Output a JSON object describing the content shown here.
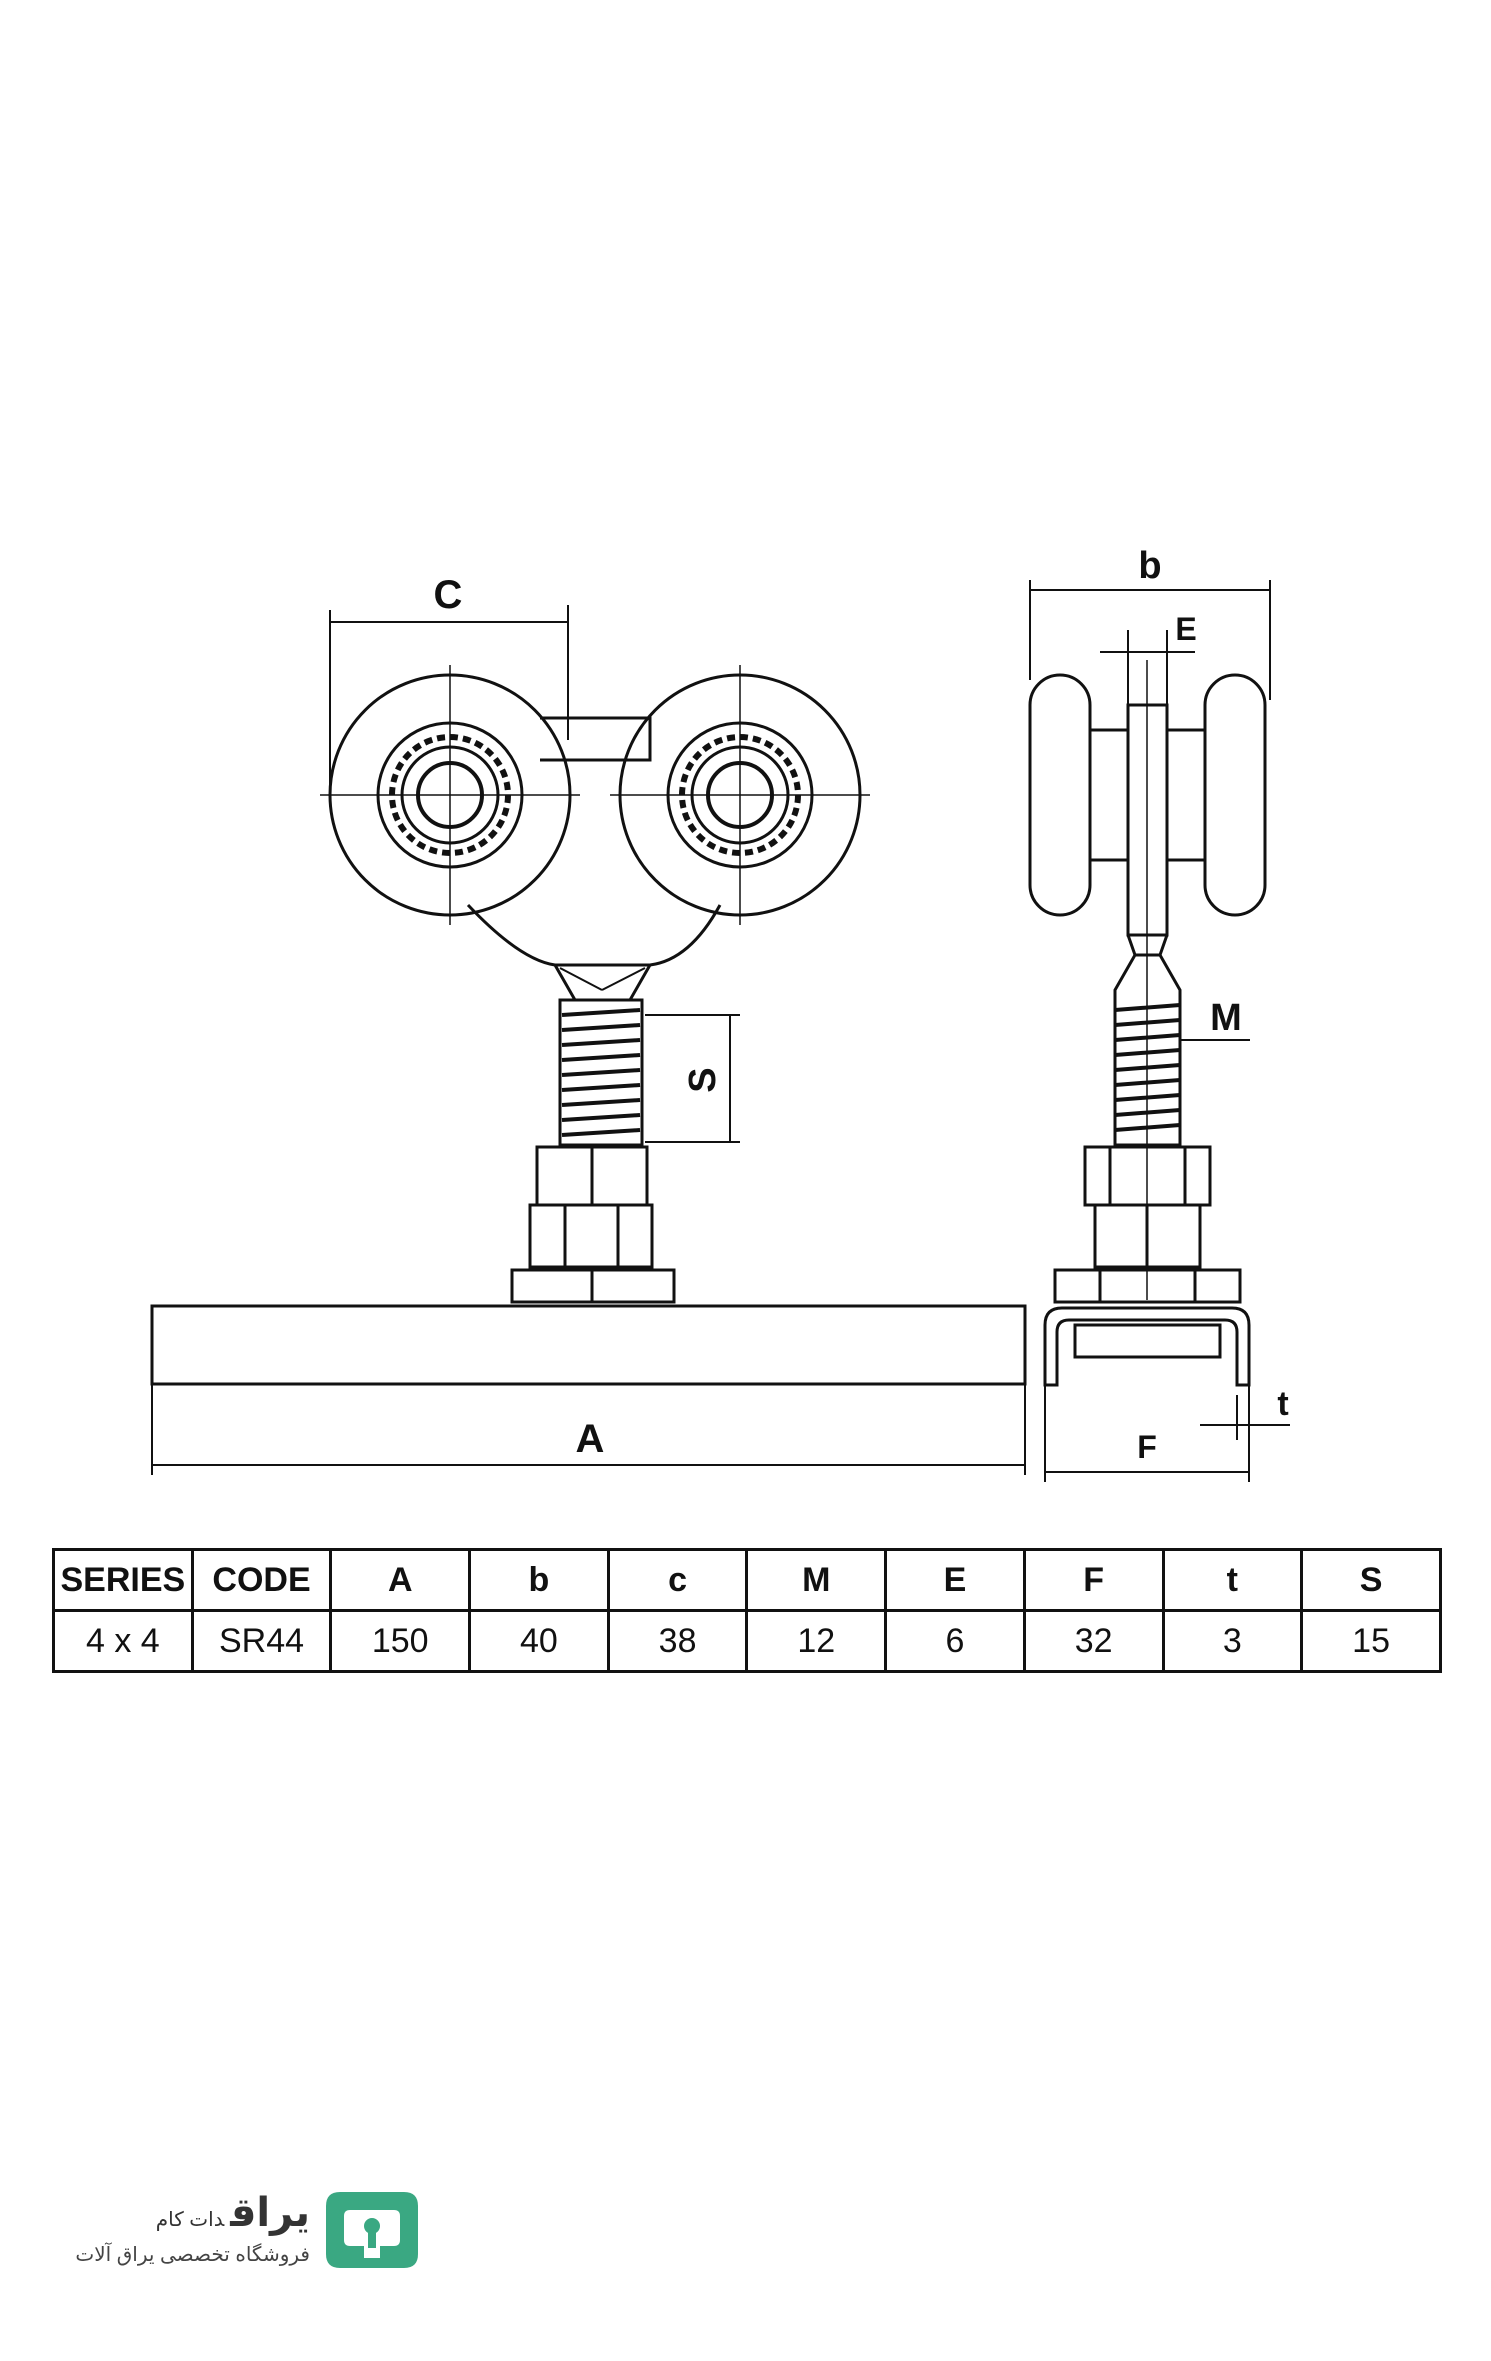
{
  "diagram": {
    "labels": {
      "c": "C",
      "b": "b",
      "e": "E",
      "m": "M",
      "s": "S",
      "a": "A",
      "f": "F",
      "t": "t"
    }
  },
  "spec_table": {
    "headers": [
      "SERIES",
      "CODE",
      "A",
      "b",
      "c",
      "M",
      "E",
      "F",
      "t",
      "S"
    ],
    "rows": [
      [
        "4 x 4",
        "SR44",
        "150",
        "40",
        "38",
        "12",
        "6",
        "32",
        "3",
        "15"
      ]
    ]
  },
  "logo": {
    "brand": "یراق",
    "brand_suffix": "دات کام",
    "tagline": "فروشگاه تخصصی یراق آلات",
    "colors": {
      "mark": "#3aa882",
      "text": "#333333"
    }
  }
}
